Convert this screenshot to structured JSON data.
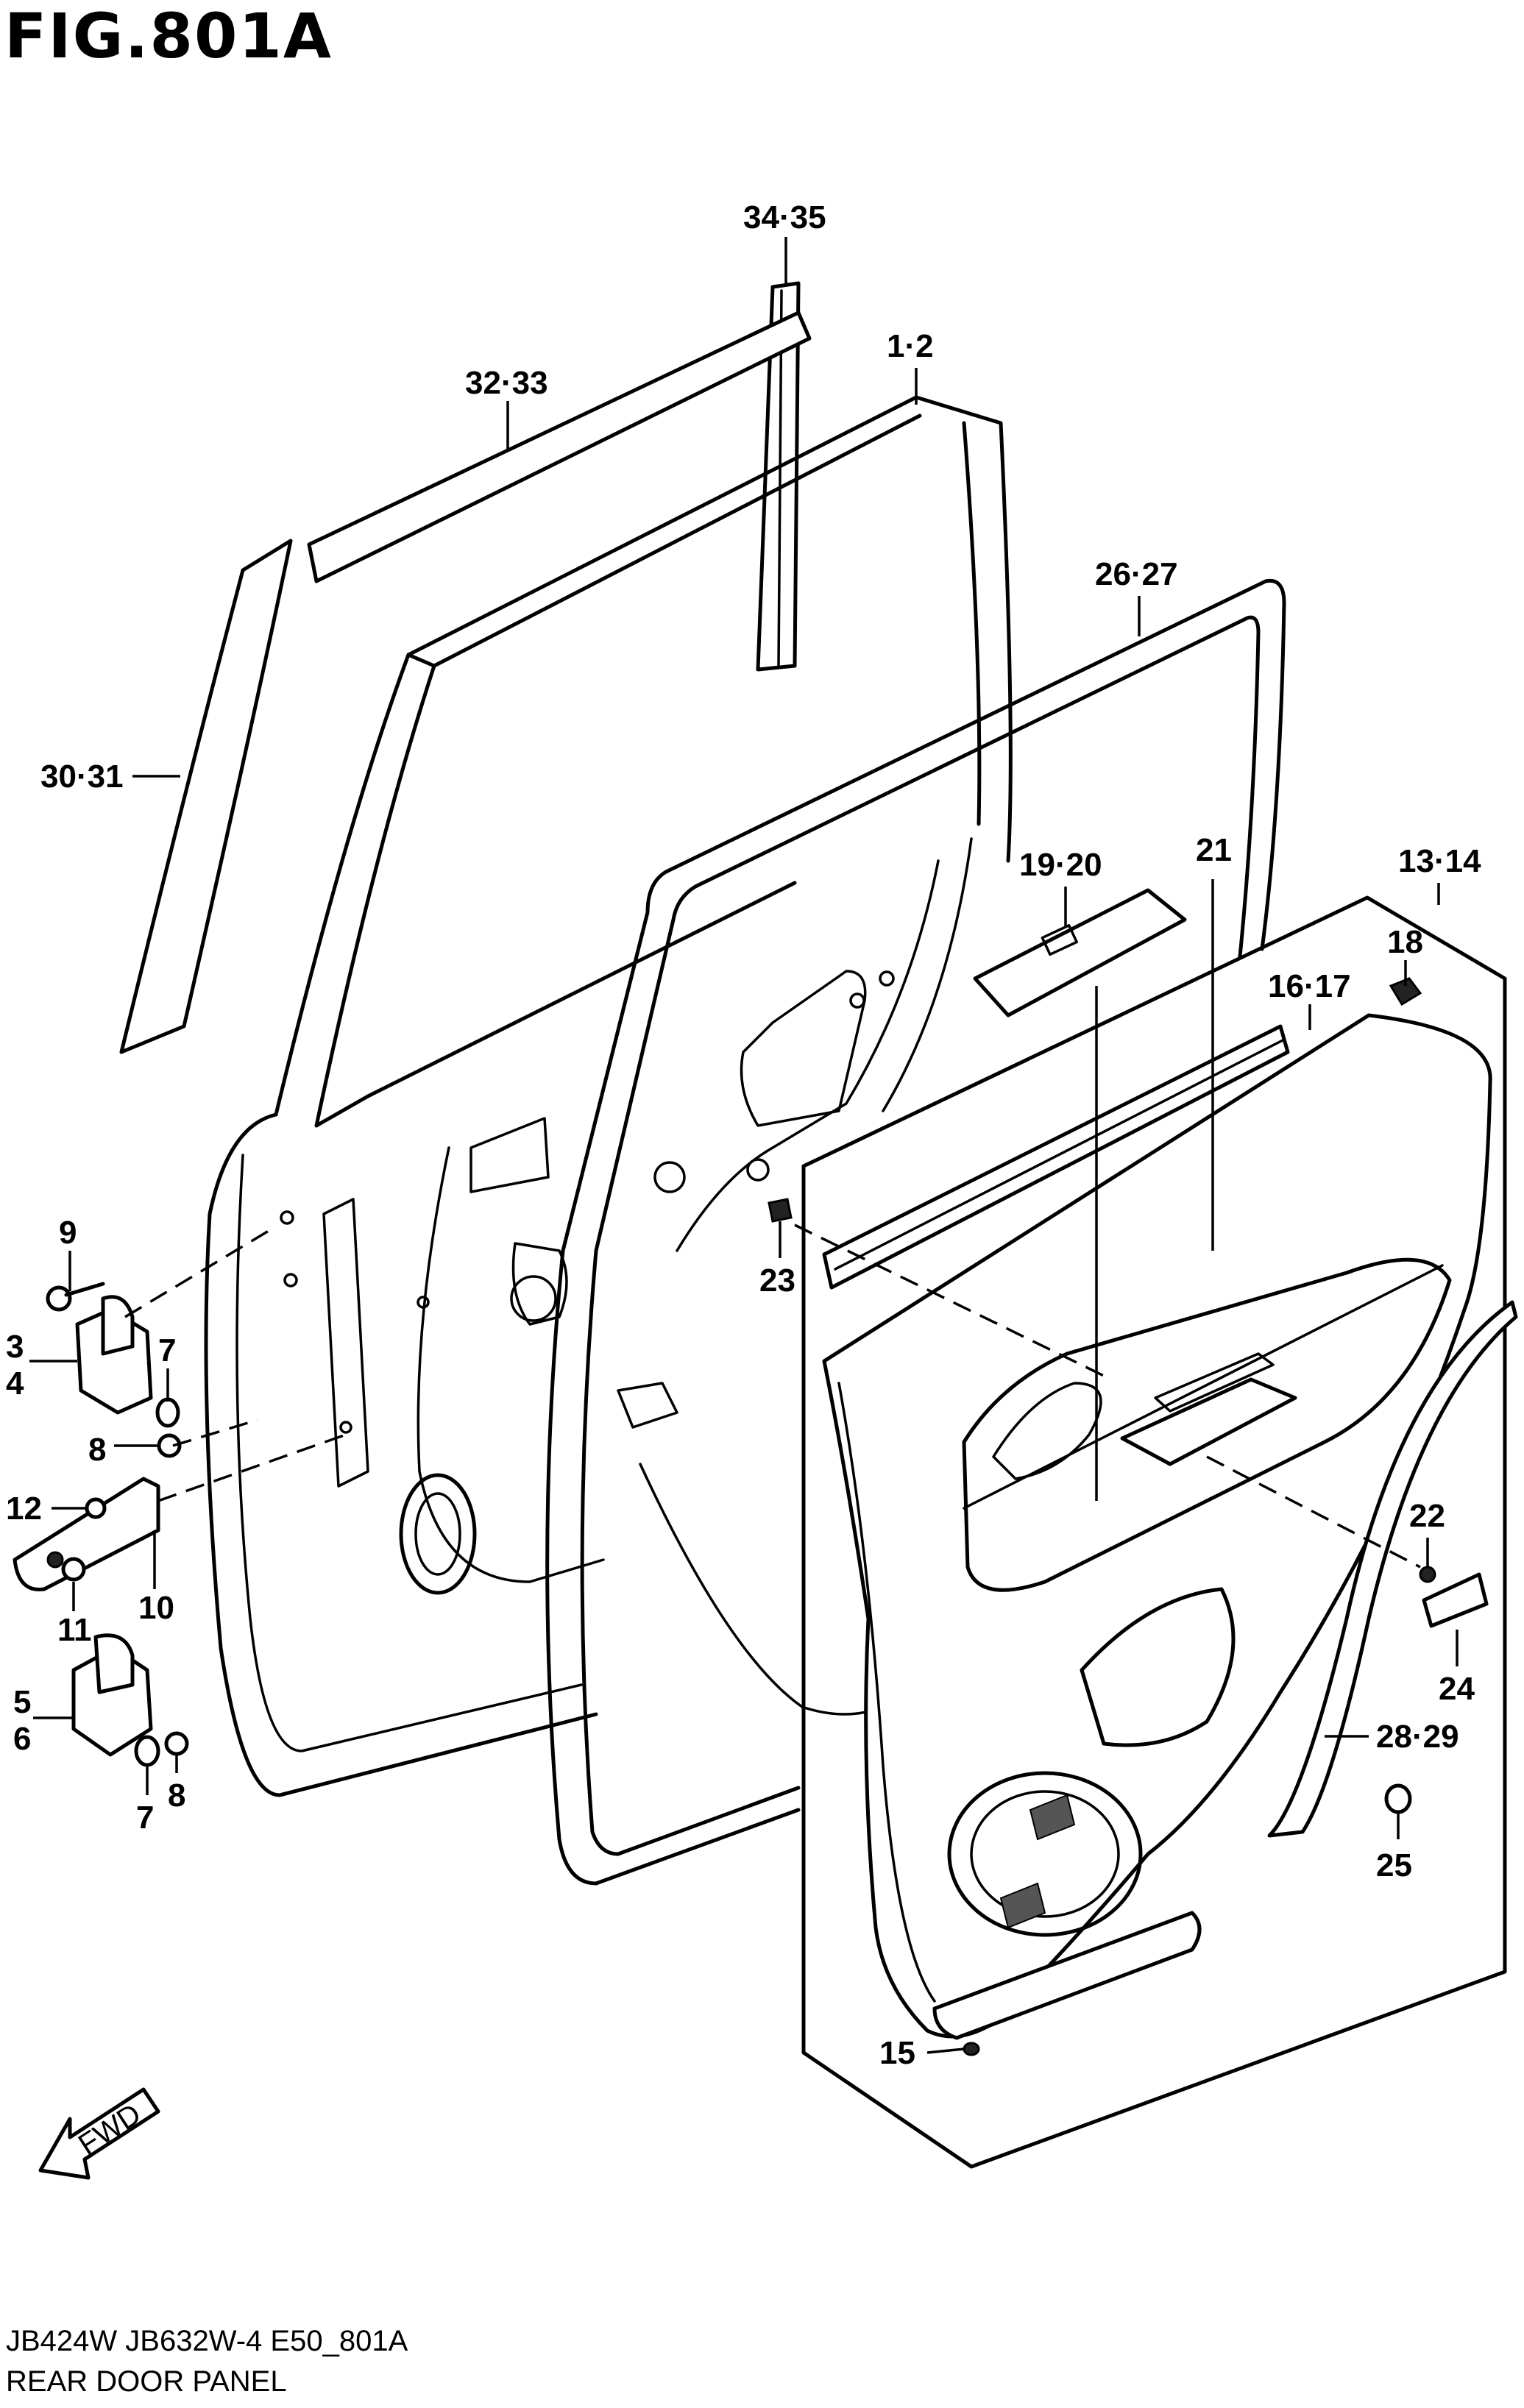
{
  "figure_title": "FIG.801A",
  "footer": {
    "model_line": "JB424W JB632W-4 E50_801A",
    "caption": "REAR DOOR PANEL"
  },
  "fwd_label": "FWD",
  "callouts": {
    "c34_35": "34·35",
    "c32_33": "32·33",
    "c1_2": "1·2",
    "c26_27": "26·27",
    "c30_31": "30·31",
    "c19_20": "19·20",
    "c21": "21",
    "c13_14": "13·14",
    "c18": "18",
    "c16_17": "16·17",
    "c9": "9",
    "c3": "3",
    "c4": "4",
    "c7a": "7",
    "c8a": "8",
    "c23": "23",
    "c12": "12",
    "c11": "11",
    "c10": "10",
    "c22": "22",
    "c24": "24",
    "c5": "5",
    "c6": "6",
    "c7b": "7",
    "c8b": "8",
    "c28_29": "28·29",
    "c25": "25",
    "c15": "15"
  }
}
